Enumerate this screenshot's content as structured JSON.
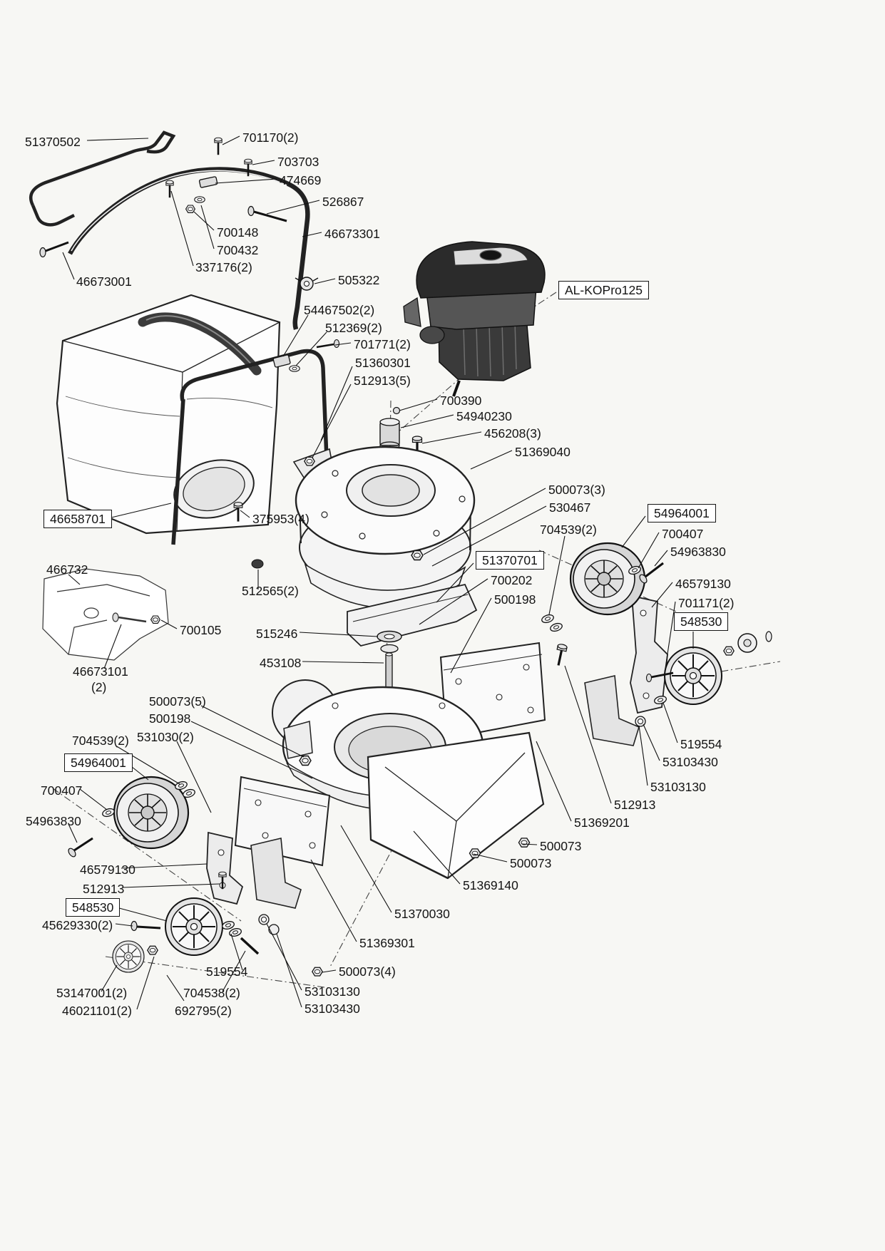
{
  "labels": [
    "51370502",
    "701170(2)",
    "703703",
    "474669",
    "526867",
    "700148",
    "46673301",
    "700432",
    "337176(2)",
    "46673001",
    "505322",
    "AL-KOPro125",
    "54467502(2)",
    "512369(2)",
    "701771(2)",
    "51360301",
    "512913(5)",
    "700390",
    "54940230",
    "456208(3)",
    "51369040",
    "500073(3)",
    "530467",
    "54964001",
    "704539(2)",
    "700407",
    "54963830",
    "46658701",
    "375953(4)",
    "51370701",
    "700202",
    "500198",
    "46579130",
    "701171(2)",
    "548530",
    "466732",
    "512565(2)",
    "515246",
    "700105",
    "453108",
    "46673101",
    "(2)",
    "519554",
    "53103430",
    "500073(5)",
    "500198",
    "53103130",
    "704539(2)",
    "531030(2)",
    "54964001",
    "512913",
    "700407",
    "51369201",
    "54963830",
    "500073",
    "500073",
    "46579130",
    "512913",
    "51369140",
    "548530",
    "45629330(2)",
    "51370030",
    "51369301",
    "519554",
    "500073(4)",
    "53147001(2)",
    "704538(2)",
    "53103130",
    "46021101(2)",
    "692795(2)",
    "53103430"
  ]
}
